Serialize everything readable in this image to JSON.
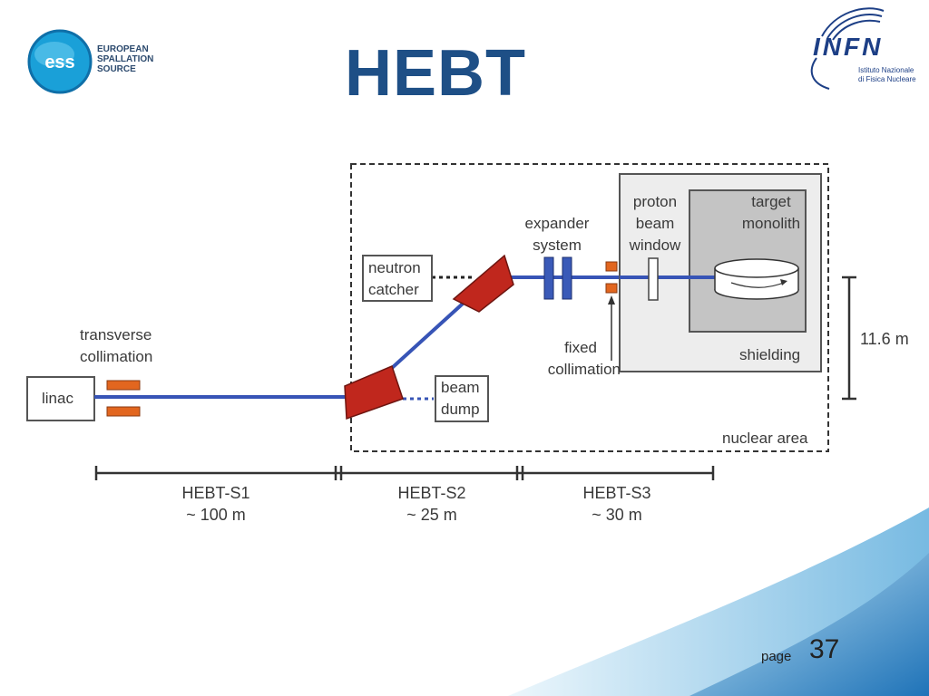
{
  "title": "HEBT",
  "colors": {
    "title": "#1e4f86",
    "beam": "#3754b6",
    "magnet": "#c0271d",
    "collimator": "#e2661f",
    "expander": "#3a5ab8",
    "shielding": "#d9d9d9",
    "brand_blue": "#1d3f86"
  },
  "ess_logo": {
    "icon": "ess-logo-icon",
    "mark": "ess",
    "lines": [
      "EUROPEAN",
      "SPALLATION",
      "SOURCE"
    ]
  },
  "infn_logo": {
    "icon": "infn-logo-icon",
    "word": "INFN",
    "sub_lines": [
      "Istituto Nazionale",
      "di Fisica Nucleare"
    ]
  },
  "diagram": {
    "linac": "linac",
    "transverse_collimation": [
      "transverse",
      "collimation"
    ],
    "neutron_catcher": [
      "neutron",
      "catcher"
    ],
    "expander_system": [
      "expander",
      "system"
    ],
    "proton_beam_window": [
      "proton",
      "beam",
      "window"
    ],
    "target_monolith": [
      "target",
      "monolith"
    ],
    "shielding": "shielding",
    "fixed_collimation": [
      "fixed",
      "collimation"
    ],
    "beam_dump": [
      "beam",
      "dump"
    ],
    "nuclear_area": "nuclear area",
    "height_label": "11.6 m",
    "sections": [
      {
        "name": "HEBT-S1",
        "length": "~ 100 m"
      },
      {
        "name": "HEBT-S2",
        "length": "~ 25 m"
      },
      {
        "name": "HEBT-S3",
        "length": "~ 30 m"
      }
    ]
  },
  "footer": {
    "page_label": "page",
    "page_number": "37"
  }
}
